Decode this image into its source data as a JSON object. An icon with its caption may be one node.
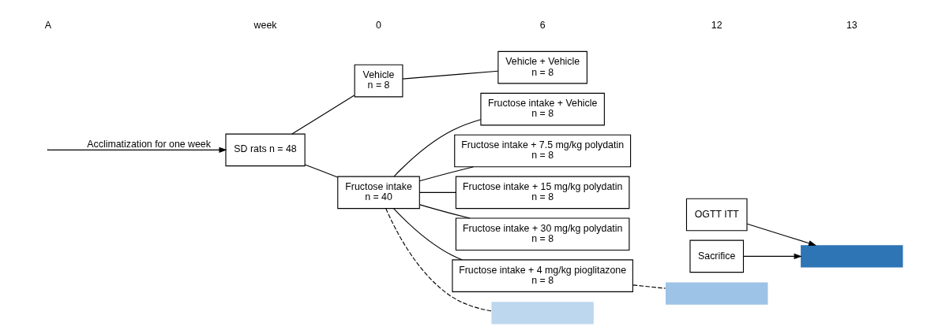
{
  "diagram": {
    "nodes": [
      {
        "text": [
          "SD rats n = 48"
        ]
      },
      {
        "text": [
          "Vehicle",
          "n = 8"
        ]
      },
      {
        "text": [
          "Fructose intake",
          "n = 40"
        ]
      },
      {
        "text": [
          "Vehicle + Vehicle",
          "n = 8"
        ]
      },
      {
        "text": [
          "Fructose intake + Vehicle",
          "n = 8"
        ]
      },
      {
        "text": [
          "Fructose intake + 7.5 mg/kg polydatin",
          "n = 8"
        ]
      },
      {
        "text": [
          "Fructose intake + 15 mg/kg polydatin",
          "n = 8"
        ]
      },
      {
        "text": [
          "Fructose intake + 30 mg/kg polydatin",
          "n = 8"
        ]
      },
      {
        "text": [
          "Fructose intake + 4 mg/kg pioglitazone",
          "n = 8"
        ]
      },
      {
        "text": [
          "OGTT ITT"
        ]
      },
      {
        "text": [
          "Sacrifice"
        ]
      },
      {
        "text": [],
        "shape": "bar"
      },
      {
        "text": [],
        "shape": "bar"
      },
      {
        "text": [],
        "shape": "bar"
      }
    ],
    "edges": [
      {
        "from": null,
        "to": 0,
        "arrow": "to",
        "label": "Acclimatization for one week"
      },
      {
        "from": 0,
        "to": 1,
        "arrow": "none"
      },
      {
        "from": 0,
        "to": 2,
        "arrow": "none"
      },
      {
        "from": 1,
        "to": 3,
        "arrow": "none"
      },
      {
        "from": 2,
        "to": 4,
        "arrow": "none"
      },
      {
        "from": 2,
        "to": 5,
        "arrow": "none"
      },
      {
        "from": 2,
        "to": 6,
        "arrow": "none"
      },
      {
        "from": 2,
        "to": 7,
        "arrow": "none"
      },
      {
        "from": 2,
        "to": 8,
        "arrow": "none"
      },
      {
        "from": 2,
        "to": 11,
        "arrow": "none",
        "style": "dashed"
      },
      {
        "from": 8,
        "to": 12,
        "arrow": "none",
        "style": "dashed"
      },
      {
        "from": 9,
        "to": 13,
        "arrow": "to"
      },
      {
        "from": 10,
        "to": 13,
        "arrow": "to"
      }
    ],
    "labels": [
      "A",
      "week",
      "0",
      "6",
      "12",
      "13"
    ]
  }
}
